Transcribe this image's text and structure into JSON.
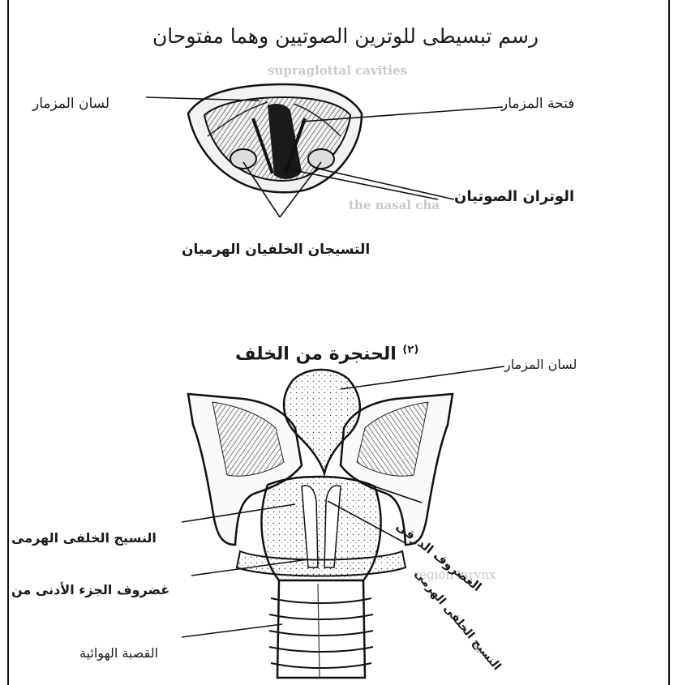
{
  "top_diagram": {
    "title": "رسم تبسيطى للوترين الصوتيين وهما مفتوحان",
    "labels": {
      "epiglottis": "لسان المزمار",
      "glottis_opening": "فتحة المزمار",
      "vocal_cords": "الوتران الصوتيان",
      "arytenoids": "التسيجان الخلفيان الهرميان"
    }
  },
  "bottom_diagram": {
    "title": "الحنجرة من الخلف",
    "footnote_marker": "(٢)",
    "labels": {
      "epiglottis": "لسان المزمار",
      "thyroid_cartilage": "الغضروف الدرقى",
      "arytenoid_tissue_right": "النسيج الخلفى الهرمى",
      "arytenoid_tissue_diag": "النسيج الخلفى الهرمى",
      "lower_cartilage": "غضروف الجزء الأدنى من",
      "trachea": "القصبة الهوائية"
    }
  },
  "bleed_through": {
    "line1": "supraglottal cavities",
    "line2": "the nasal cha",
    "line3": "region larynx"
  }
}
